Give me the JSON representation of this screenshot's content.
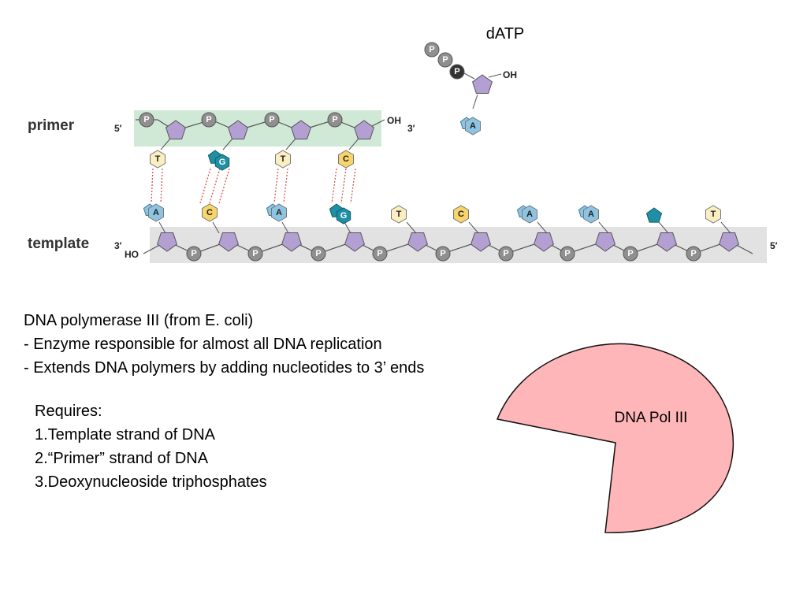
{
  "diagram": {
    "datp_label": "dATP",
    "primer_label": "primer",
    "template_label": "template",
    "primer_5": "5′",
    "primer_3": "3′",
    "primer_oh": "OH",
    "template_3": "3′",
    "template_ho": "HO",
    "template_5": "5′",
    "datp_oh": "OH",
    "phosphate_letter": "P",
    "datp_base": "A",
    "primer_bases": [
      "T",
      "G",
      "T",
      "C"
    ],
    "paired_template_bases": [
      "A",
      "C",
      "A",
      "G"
    ],
    "unpaired_template_bases": [
      "T",
      "C",
      "A",
      "A",
      "",
      "T"
    ],
    "colors": {
      "primer_highlight": "#cfe9d6",
      "template_highlight": "#e2e2e2",
      "sugar": "#b49fd3",
      "phosphate": "#8f8f8f",
      "base_T": "#fbeec0",
      "base_C": "#f7d56b",
      "base_A": "#8fc3e2",
      "base_G": "#1f8fa4",
      "hbond": "#d9534f",
      "enzyme_fill": "#ffb6b9"
    }
  },
  "enzyme": {
    "label": "DNA Pol III"
  },
  "text": {
    "heading": "DNA polymerase III (from E. coli)",
    "bullet1": "- Enzyme responsible for almost all DNA replication",
    "bullet2": "- Extends DNA polymers by adding nucleotides to 3’ ends",
    "requires_title": "Requires:",
    "req1": "1.Template strand of DNA",
    "req2": "2.“Primer” strand of DNA",
    "req3": "3.Deoxynucleoside triphosphates"
  }
}
